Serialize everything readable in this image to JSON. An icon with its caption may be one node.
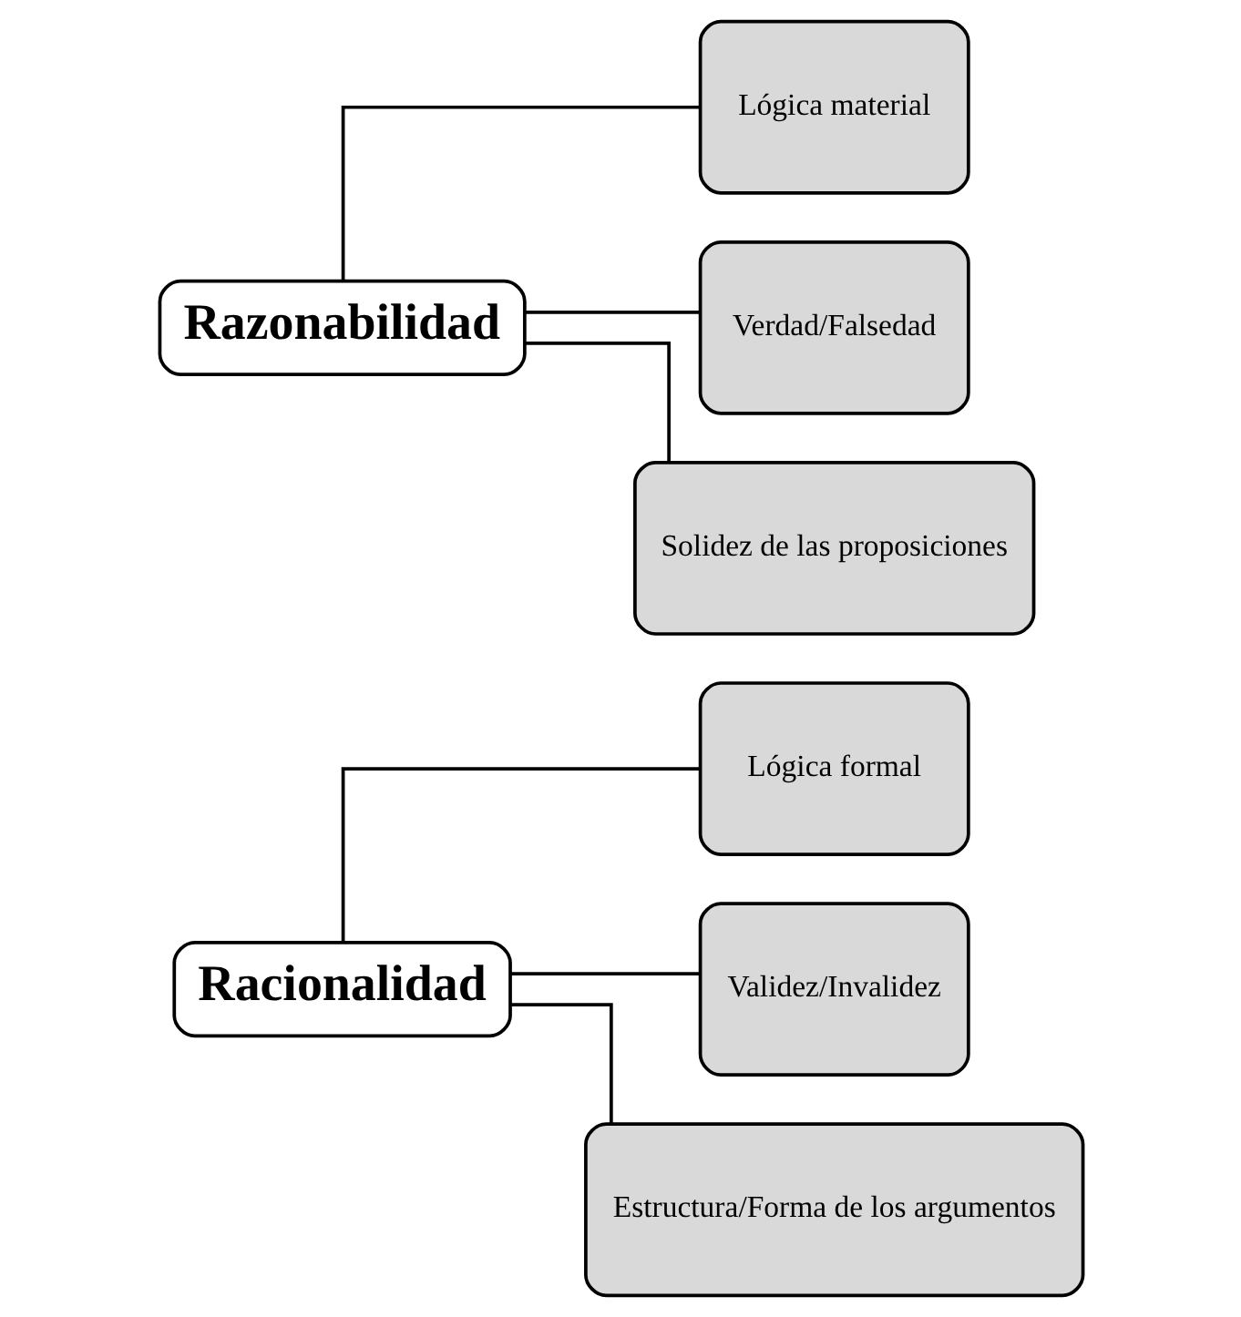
{
  "diagram": {
    "nodes": [
      {
        "text": [
          "Racionalidad"
        ]
      },
      {
        "text": [
          "Lógica formal"
        ]
      },
      {
        "text": [
          "Validez/Invalidez"
        ]
      },
      {
        "text": [
          "Estructura/Forma de los argumentos"
        ]
      },
      {
        "text": [
          "Razonabilidad"
        ]
      },
      {
        "text": [
          "Lógica material"
        ]
      },
      {
        "text": [
          "Verdad/Falsedad"
        ]
      },
      {
        "text": [
          "Solidez de las proposiciones"
        ]
      }
    ],
    "edges": [
      {
        "from": 0,
        "to": 1,
        "arrow": "none"
      },
      {
        "from": 0,
        "to": 2,
        "arrow": "none"
      },
      {
        "from": 0,
        "to": 3,
        "arrow": "none"
      },
      {
        "from": 4,
        "to": 5,
        "arrow": "none"
      },
      {
        "from": 4,
        "to": 6,
        "arrow": "none"
      },
      {
        "from": 4,
        "to": 7,
        "arrow": "none"
      }
    ]
  }
}
